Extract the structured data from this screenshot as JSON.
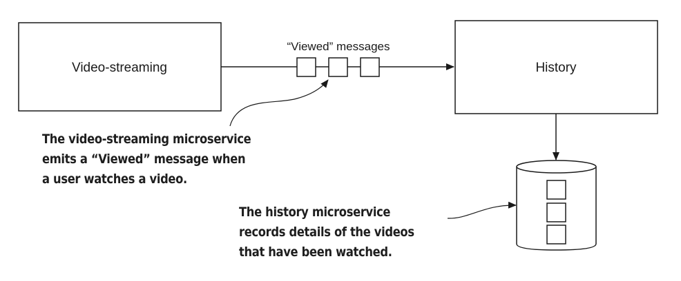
{
  "nodes": {
    "video_streaming": {
      "label": "Video-streaming"
    },
    "history": {
      "label": "History"
    },
    "database": {
      "label": "",
      "record_count": 3
    }
  },
  "channel": {
    "label": "“Viewed” messages",
    "message_count": 3
  },
  "annotations": {
    "streaming": {
      "lines": [
        "The video-streaming microservice",
        "emits a “Viewed” message when",
        "a user watches a video."
      ]
    },
    "history": {
      "lines": [
        "The history microservice",
        "records details of the videos",
        "that have been watched."
      ]
    }
  },
  "colors": {
    "stroke": "#1a1a1a",
    "background": "#ffffff",
    "text": "#1e1e1e"
  }
}
